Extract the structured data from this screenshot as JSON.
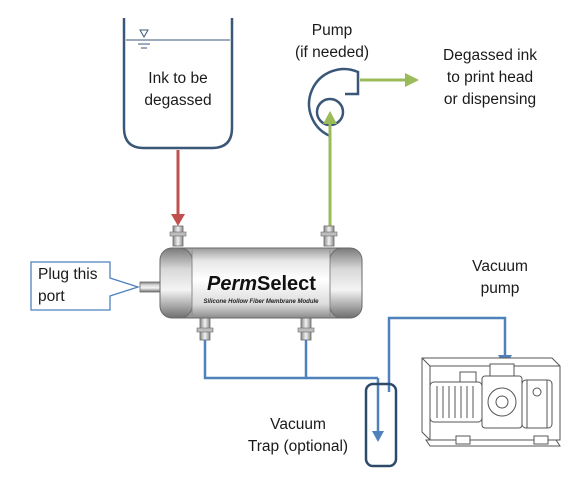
{
  "tank": {
    "line1": "Ink to be",
    "line2": "degassed"
  },
  "pump": {
    "line1": "Pump",
    "line2": "(if needed)"
  },
  "output": {
    "line1": "Degassed ink",
    "line2": "to print head",
    "line3": "or dispensing"
  },
  "plug": {
    "line1": "Plug this",
    "line2": "port"
  },
  "module": {
    "brand_prefix": "Perm",
    "brand_suffix": "Select",
    "subtitle": "Silicone Hollow Fiber Membrane Module"
  },
  "vacuum_pump": {
    "line1": "Vacuum",
    "line2": "pump"
  },
  "trap": {
    "line1": "Vacuum",
    "line2": "Trap (optional)"
  },
  "colors": {
    "tank_outline": "#3a5777",
    "ink_line": "#c0504d",
    "degassed_line": "#9bbb59",
    "vacuum_line": "#4f81bd",
    "trap_outline": "#2e4a6b",
    "plug_outline": "#4f81bd"
  }
}
